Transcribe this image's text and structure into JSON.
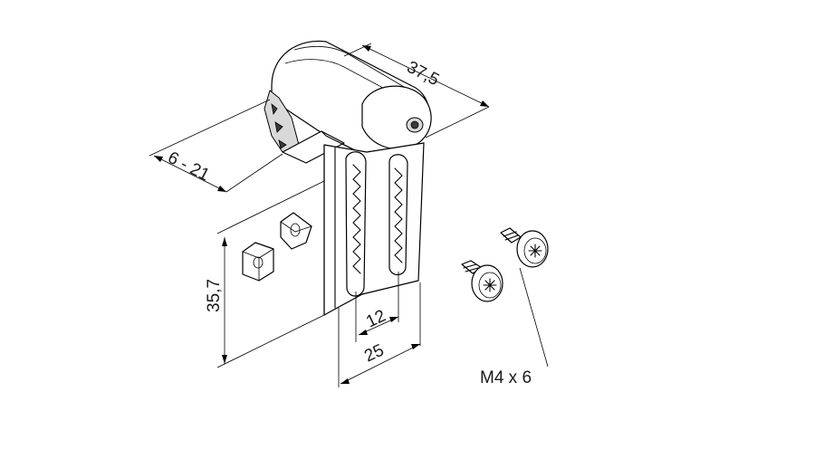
{
  "dimensions": {
    "width_top": "37,5",
    "clamp_range": "6 - 21",
    "height": "35,7",
    "slot_spacing": "12",
    "plate_width": "25"
  },
  "screw_label": "M4 x 6"
}
